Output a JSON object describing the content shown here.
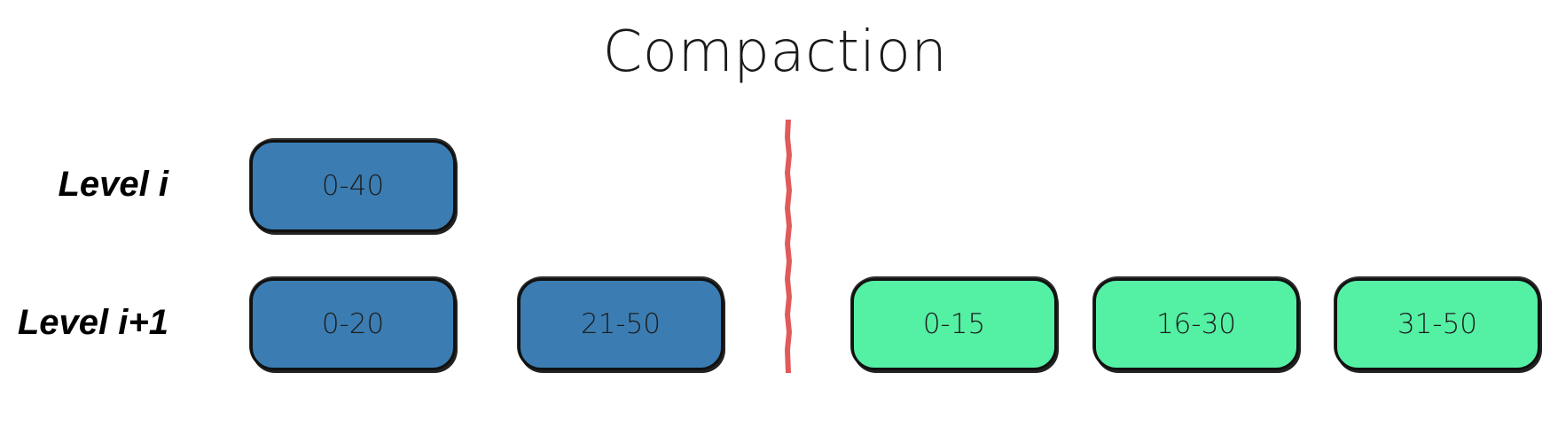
{
  "title": "Compaction",
  "levels": {
    "level_i": "Level i",
    "level_i1": "Level i+1"
  },
  "blocks": {
    "before_level_i": [
      {
        "range": "0-40"
      }
    ],
    "before_level_i1": [
      {
        "range": "0-20"
      },
      {
        "range": "21-50"
      }
    ],
    "after_level_i1": [
      {
        "range": "0-15"
      },
      {
        "range": "16-30"
      },
      {
        "range": "31-50"
      }
    ]
  },
  "colors": {
    "input_block": "#3b7db3",
    "output_block": "#54f0a4",
    "divider": "#e05a5a",
    "outline": "#111111"
  }
}
